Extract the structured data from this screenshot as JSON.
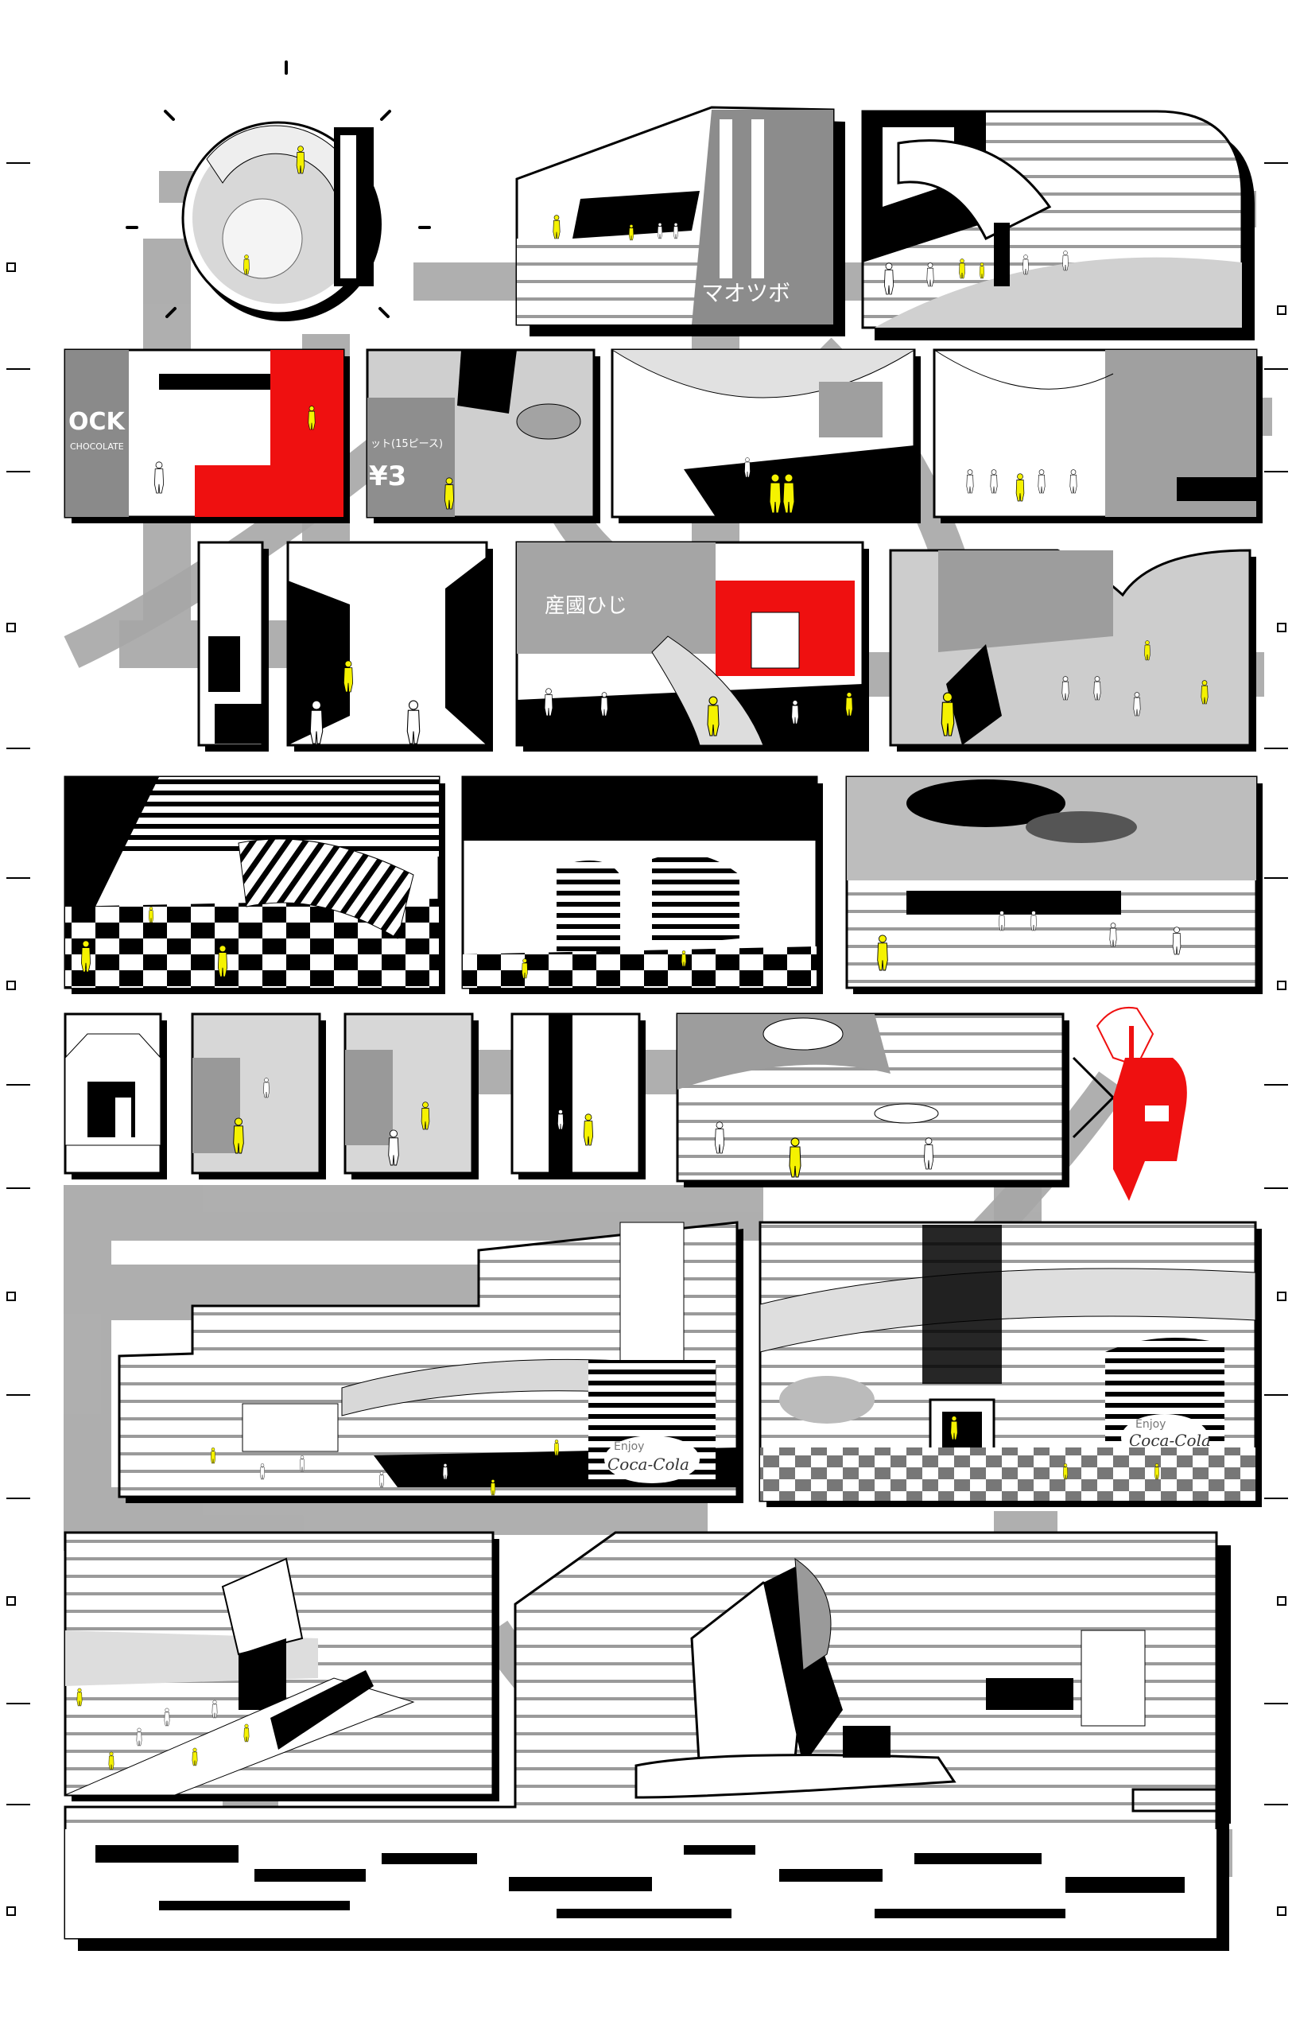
{
  "poster": {
    "background": "#ffffff",
    "accent_colors": {
      "figure_yellow": "#f5f200",
      "highlight_red": "#ef1010",
      "overlay_grey": "#9a9a9a",
      "ink": "#000000"
    },
    "panel_count": 26
  },
  "signage": {
    "katakana_sign": "マオツボ",
    "kanji_sign": "産國ひじ",
    "snack_banner": "ット(15ピース)",
    "price": "¥3",
    "chocolate_word": "OCK",
    "chocolate_caption": "CHOCOLATE",
    "cola_script": "Coca-Cola",
    "cola_enjoy": "Enjoy",
    "cola_script_right": "Coca-Cola",
    "cola_enjoy_right": "Enjoy"
  },
  "icons": {
    "arrow": "chevron-right-icon",
    "compass": "sun-ray-icon",
    "ruler": "margin-tick-icon"
  }
}
